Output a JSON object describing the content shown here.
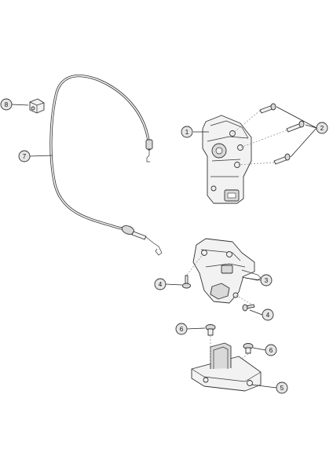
{
  "callouts": {
    "c1": "1",
    "c2": "2",
    "c3": "3",
    "c4a": "4",
    "c4b": "4",
    "c5": "5",
    "c6a": "6",
    "c6b": "6",
    "c7": "7",
    "c8": "8"
  }
}
